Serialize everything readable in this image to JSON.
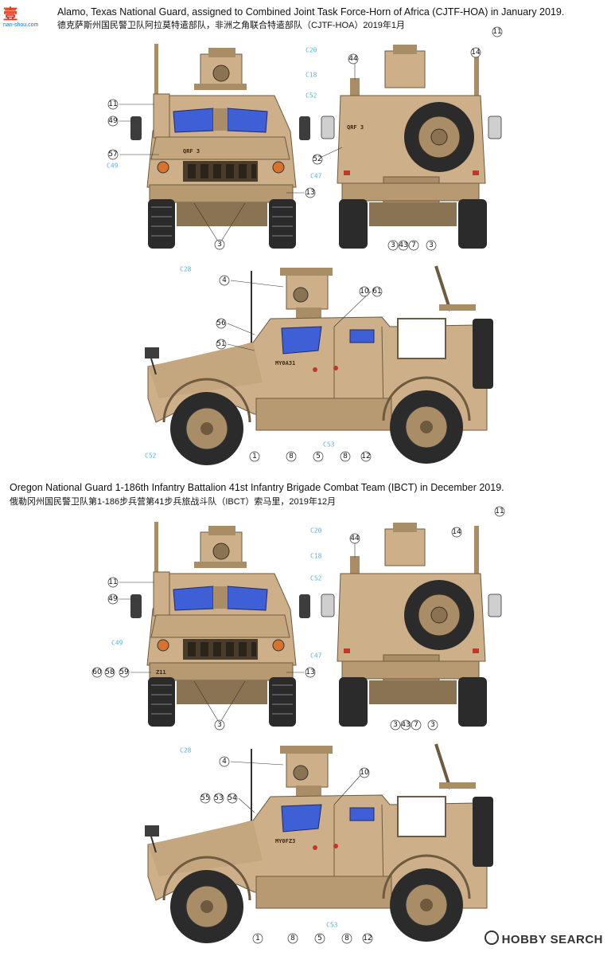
{
  "logo": {
    "brand": "壹",
    "site": "nan-shou.com"
  },
  "sections": [
    {
      "caption_en": "Alamo, Texas National Guard, assigned to Combined Joint Task Force-Horn of Africa (CJTF-HOA) in January 2019.",
      "caption_cn": "德克萨斯州国民警卫队阿拉莫特遣部队，非洲之角联合特遣部队（CJTF-HOA）2019年1月",
      "stencils": {
        "front": "QRF 3",
        "rear": "QRF 3",
        "side": "MY0A31"
      }
    },
    {
      "caption_en": "Oregon National Guard 1-186th Infantry Battalion 41st Infantry Brigade Combat Team (IBCT) in December 2019.",
      "caption_cn": "俄勒冈州国民警卫队第1-186步兵营第41步兵旅战斗队（IBCT）索马里，2019年12月",
      "stencils": {
        "front": "Z11",
        "rear": "",
        "side": "MY0FZ3"
      }
    }
  ],
  "callouts": {
    "s1_front": [
      "11",
      "49",
      "57",
      "13",
      "3"
    ],
    "s1_front_refs": [
      "C49"
    ],
    "s1_rear": [
      "44",
      "14",
      "11",
      "52",
      "3",
      "43",
      "7",
      "3"
    ],
    "s1_rear_refs": [
      "C20",
      "C18",
      "C52",
      "C47"
    ],
    "s1_side": [
      "4",
      "10",
      "61",
      "56",
      "51",
      "1",
      "8",
      "5",
      "8",
      "12"
    ],
    "s1_side_refs": [
      "C28",
      "C53",
      "C52"
    ],
    "s2_front": [
      "11",
      "49",
      "60",
      "58",
      "59",
      "13",
      "3"
    ],
    "s2_front_refs": [
      "C49"
    ],
    "s2_rear": [
      "44",
      "14",
      "11",
      "3",
      "43",
      "7",
      "3"
    ],
    "s2_rear_refs": [
      "C20",
      "C18",
      "C52",
      "C47"
    ],
    "s2_side": [
      "4",
      "10",
      "55",
      "53",
      "54",
      "1",
      "8",
      "5",
      "8",
      "12"
    ],
    "s2_side_refs": [
      "C28",
      "C53"
    ]
  },
  "footer": {
    "brand": "HOBBY SEARCH"
  },
  "colors": {
    "tan": "#cdb08a",
    "tan_dark": "#a98d66",
    "shadow": "#8a7352",
    "tire": "#2b2b2b",
    "glass": "#3f5fd6",
    "cref": "#5fb4d8"
  }
}
